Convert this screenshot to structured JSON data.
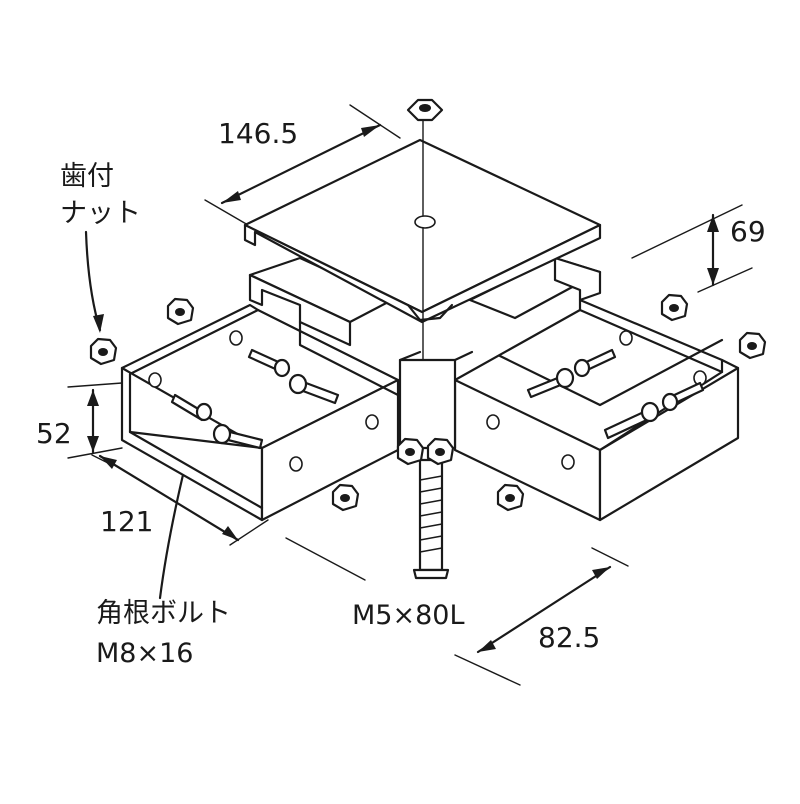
{
  "labels": {
    "nut": [
      "歯付",
      "ナット"
    ],
    "bolt": [
      "角根ボルト",
      "M8×16"
    ],
    "long_bolt": "M5×80L"
  },
  "dimensions": {
    "top_width": "146.5",
    "top_height": "69",
    "side_height": "52",
    "left_depth": "121",
    "right_depth": "82.5"
  },
  "colors": {
    "ink": "#1a1a1a",
    "paper": "#ffffff"
  }
}
